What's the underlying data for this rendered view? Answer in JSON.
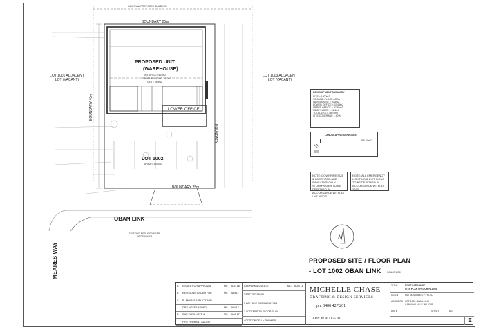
{
  "site": {
    "top_label": "OAK OVAL PROPOSED BUILDING",
    "boundary_top": "BOUNDARY 25m",
    "boundary_bottom": "BOUNDARY 25m",
    "boundary_left": "BOUNDARY 40m",
    "boundary_right": "BOUNDARY",
    "unit_label": "PROPOSED UNIT",
    "unit_sub": "(WAREHOUSE)",
    "unit_area": "INT. AREA = 404m2",
    "unit_area2": "GROSS BUILDING 10.7m2",
    "unit_area3": "GFA = 350m2",
    "lower_office": "LOWER OFFICE",
    "lot_label": "LOT 1002",
    "lot_area": "AREA = 1000m2",
    "left_adjacent": "LOT 1001 ADJACENT LOT (VACANT)",
    "right_adjacent": "LOT 1003 ADJACENT LOT (VACANT)",
    "street": "OBAN LINK",
    "street2": "MEARES WAY",
    "kerb_note": "EXISTING REDUCED KERB CROSSOVER",
    "north": "N"
  },
  "notes": {
    "dev_summary_title": "DEVELOPMENT SUMMARY",
    "dev_lines": [
      "SITE = 1000m2",
      "GROUND FLOOR AREA",
      "WAREHOUSE = 303m2",
      "LOWER OFFICE = 37.65m2",
      "UPPER OFFICE = 37.65m2",
      "MEZZ FLOOR = 31.6m2",
      "TOTAL GFA = 350.5m2",
      "SITE COVERAGE = 40%"
    ],
    "landscape_title": "LANDSCAPING SCHEDULE",
    "landscape_total": "355.50m2",
    "note1": "NOTE: DOWNPIPE SIZE & LOCATIONS ARE INDICATIVE ONLY. STORMWATER TO BE DESIGNED IN ACCORDANCE WITH AS / NZ 3500.3",
    "note2": "NOTE: ALL EMERGENCY LIGHTING & EXIT SIGNS TO BE DESIGNED IN ACCORDANCE WITH AS 2293"
  },
  "plan_title": {
    "line1": "PROPOSED SITE / FLOOR PLAN",
    "line2": "- LOT 1002 OBAN LINK",
    "scale": "SCALE 1:200"
  },
  "revisions": [
    {
      "rev": "A",
      "desc": "ISSUED FOR APPROVAL",
      "by": "MC",
      "date": "AUG 16"
    },
    {
      "rev": "B",
      "desc": "REVISIONS ISSUED FOR",
      "by": "MC",
      "date": "JAN 17"
    },
    {
      "rev": "C",
      "desc": "PLANNING APPLICATION",
      "by": "",
      "date": ""
    },
    {
      "rev": "",
      "desc": "DP'S NOTES ADDED",
      "by": "MC",
      "date": "JAN 17"
    },
    {
      "rev": "D",
      "desc": "CAR PARK NOTE &",
      "by": "MC",
      "date": "AUG 17"
    },
    {
      "rev": "",
      "desc": "FIRE HYDRANT ADDED",
      "by": "",
      "date": ""
    }
  ],
  "revisions2": [
    {
      "desc": "CARPARK & LOCATE",
      "by": "MC",
      "date": "AUG 18"
    },
    {
      "desc": "STRIP REVISION",
      "by": "",
      "date": ""
    },
    {
      "desc": "3 BAY BIKE RACK ADDITION",
      "by": "",
      "date": ""
    },
    {
      "desc": "3 LOCKERS TO FLOOR PLAN",
      "by": "",
      "date": ""
    },
    {
      "desc": "ADDITION OF 1 x SHOWER",
      "by": "",
      "date": ""
    }
  ],
  "title_block": {
    "company": "MICHELLE CHASE",
    "tagline": "DRAFTING & DESIGN SERVICES",
    "phone": "ph: 0400 427 261",
    "abn": "ABN 48 907 675 911",
    "title_key": "TITLE",
    "title_val1": "PROPOSED UNIT",
    "title_val2": "SITE PLAN / FLOOR PLANS",
    "client_key": "CLIENT",
    "client_val": "FMI NOMINEES PTY LTD",
    "address_key": "ADDRESS",
    "address_val1": "LOT 1002 OBAN LINK",
    "address_val2": "CANNING VALE WA 6155",
    "date_key": "DATE",
    "sheet_key": "SHEET",
    "sheet_val": "A01",
    "rev_val": "E"
  }
}
